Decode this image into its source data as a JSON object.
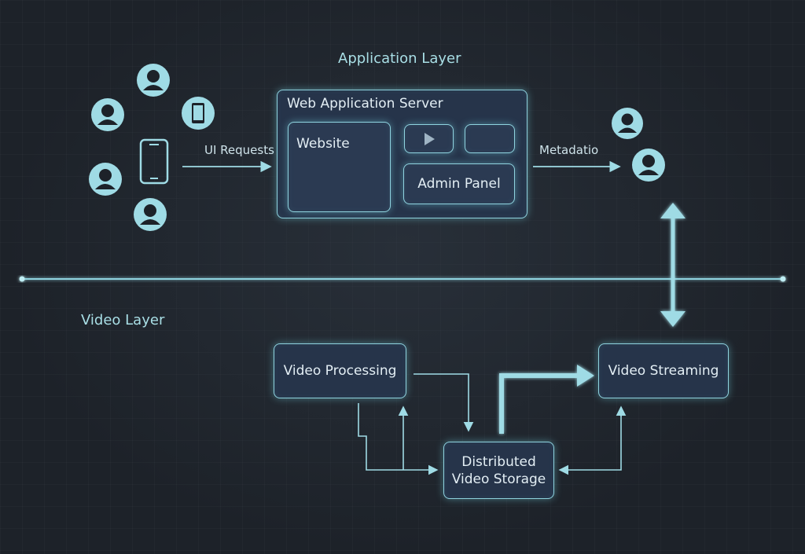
{
  "application_layer": {
    "title": "Application Layer",
    "ui_requests_label": "UI Requests",
    "metadata_label": "Metadatio",
    "server": {
      "title": "Web Application Server",
      "website_label": "Website",
      "admin_panel_label": "Admin Panel"
    }
  },
  "video_layer": {
    "title": "Video Layer",
    "video_processing_label": "Video Processing",
    "video_streaming_label": "Video Streaming",
    "storage_line1": "Distributed",
    "storage_line2": "Video Storage"
  },
  "icons": {
    "clients": [
      "user-icon",
      "user-icon",
      "smartphone-icon",
      "smartphone-icon",
      "user-icon",
      "user-icon"
    ],
    "metadata_users": [
      "user-icon",
      "user-icon"
    ]
  },
  "colors": {
    "background": "#1d2229",
    "accent": "#8fd3df",
    "box_fill": "#26344a"
  }
}
